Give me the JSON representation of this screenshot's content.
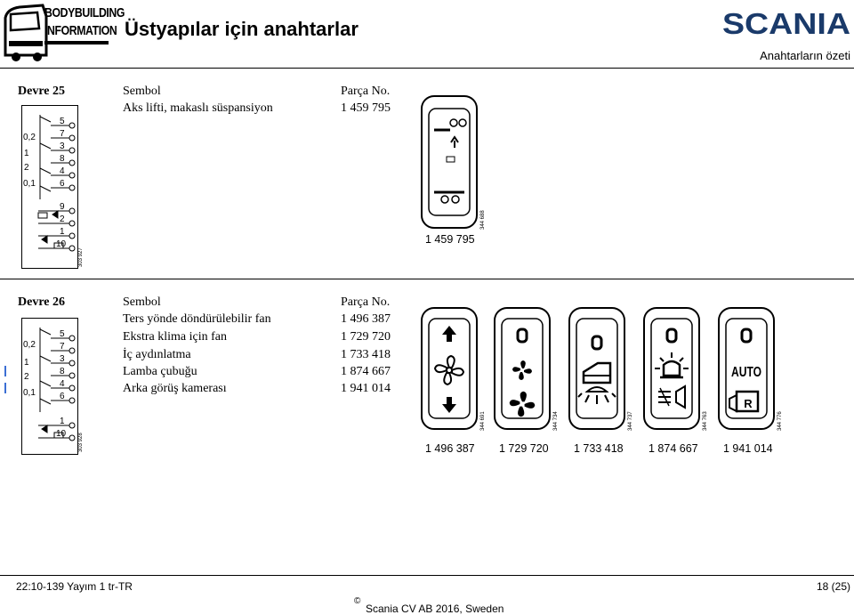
{
  "logo": {
    "line1": "BODYBUILDING",
    "line2": "INFORMATION"
  },
  "header": {
    "title": "Üstyapılar için anahtarlar",
    "brand": "SCANIA",
    "subtitle": "Anahtarların özeti"
  },
  "columns": {
    "symbol": "Sembol",
    "part_no": "Parça No."
  },
  "circuit25": {
    "label": "Devre 25",
    "rows": [
      {
        "symbol": "Aks lifti, makaslı süspansiyon",
        "part": "1 459 795"
      }
    ],
    "diagram_code": "303 927",
    "diagram_pins_left": [
      "0,2",
      "1",
      "2",
      "0,1"
    ],
    "diagram_pins_right": [
      "5",
      "7",
      "3",
      "8",
      "4",
      "6",
      "9",
      "2",
      "1",
      "10"
    ],
    "switch_code": "344 688",
    "switch_caption": "1 459 795"
  },
  "circuit26": {
    "label": "Devre 26",
    "rows": [
      {
        "symbol": "Ters yönde döndürülebilir fan",
        "part": "1 496 387"
      },
      {
        "symbol": "Ekstra klima için fan",
        "part": "1 729 720"
      },
      {
        "symbol": "İç aydınlatma",
        "part": "1 733 418"
      },
      {
        "symbol": "Lamba çubuğu",
        "part": "1 874 667"
      },
      {
        "symbol": "Arka görüş kamerası",
        "part": "1 941 014"
      }
    ],
    "diagram_code": "303 928",
    "diagram_pins_left": [
      "0,2",
      "1",
      "2",
      "0,1"
    ],
    "diagram_pins_right": [
      "5",
      "7",
      "3",
      "8",
      "4",
      "6",
      "1",
      "10"
    ],
    "switches": [
      {
        "caption": "1 496 387",
        "code": "344 691",
        "icon": "fan-reverse-icon"
      },
      {
        "caption": "1 729 720",
        "code": "344 734",
        "icon": "fan-icon"
      },
      {
        "caption": "1 733 418",
        "code": "344 737",
        "icon": "interior-light-icon"
      },
      {
        "caption": "1 874 667",
        "code": "344 763",
        "icon": "lamp-bar-icon"
      },
      {
        "caption": "1 941 014",
        "code": "344 776",
        "icon": "rear-camera-icon",
        "auto_label": "AUTO",
        "r_label": "R"
      }
    ]
  },
  "footer": {
    "doc": "22:10-139 Yayım 1  tr-TR",
    "page": "18 (25)",
    "copyright_symbol": "©",
    "copyright": "Scania CV AB 2016, Sweden"
  }
}
